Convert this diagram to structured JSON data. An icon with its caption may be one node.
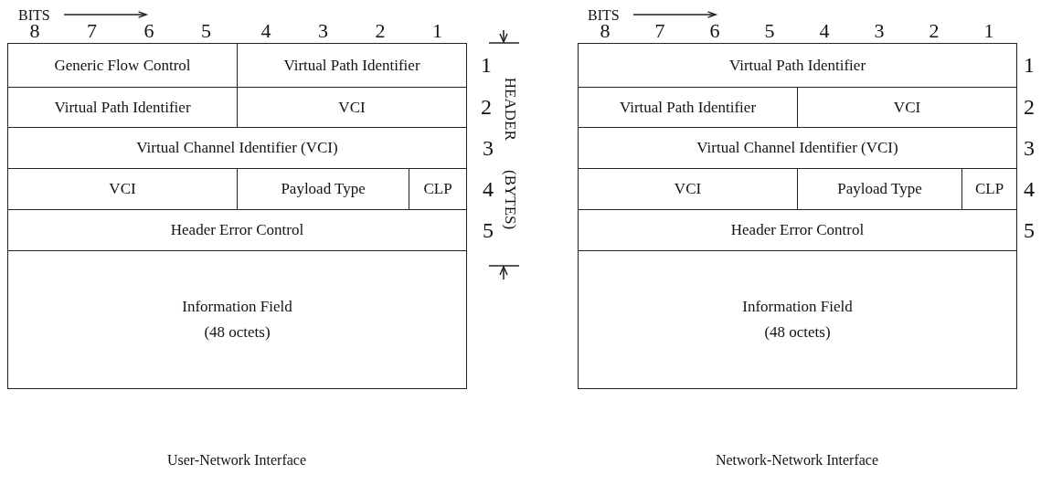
{
  "diagram": {
    "nodes": [
      {
        "text": [
          "Generic Flow Control"
        ]
      },
      {
        "text": [
          "Virtual Path Identifier"
        ]
      },
      {
        "text": [
          "Virtual Path Identifier"
        ]
      },
      {
        "text": [
          "VCI"
        ]
      },
      {
        "text": [
          "Virtual Channel Identifier (VCI)"
        ]
      },
      {
        "text": [
          "VCI"
        ]
      },
      {
        "text": [
          "Payload Type"
        ]
      },
      {
        "text": [
          "CLP"
        ]
      },
      {
        "text": [
          "Header Error Control"
        ]
      },
      {
        "text": [
          "Information Field",
          "(48 octets)"
        ]
      },
      {
        "text": [
          "Virtual Path Identifier"
        ]
      },
      {
        "text": [
          "Virtual Path Identifier"
        ]
      },
      {
        "text": [
          "VCI"
        ]
      },
      {
        "text": [
          "Virtual Channel Identifier (VCI)"
        ]
      },
      {
        "text": [
          "VCI"
        ]
      },
      {
        "text": [
          "Payload Type"
        ]
      },
      {
        "text": [
          "CLP"
        ]
      },
      {
        "text": [
          "Header Error Control"
        ]
      },
      {
        "text": [
          "Information Field",
          "(48 octets)"
        ]
      }
    ],
    "edges": [],
    "labels": [
      "BITS",
      "BITS",
      "8",
      "7",
      "6",
      "5",
      "4",
      "3",
      "2",
      "1",
      "8",
      "7",
      "6",
      "5",
      "4",
      "3",
      "2",
      "1",
      "1",
      "2",
      "3",
      "4",
      "5",
      "HEADER (BYTES)",
      "1",
      "2",
      "3",
      "4",
      "5",
      "User-Network Interface",
      "Network-Network Interface"
    ]
  }
}
